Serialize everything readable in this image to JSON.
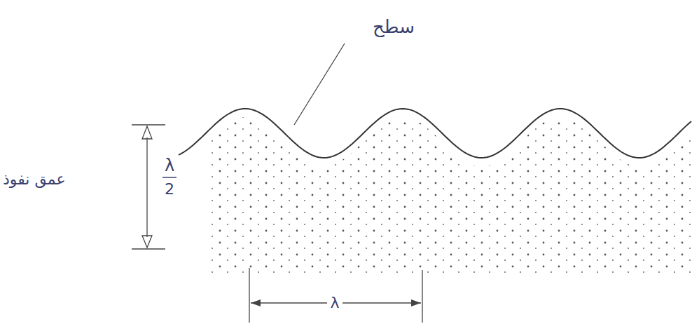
{
  "diagram": {
    "labels": [
      "سطح",
      "عمق نفوذ",
      "λ",
      "2",
      "λ"
    ]
  }
}
